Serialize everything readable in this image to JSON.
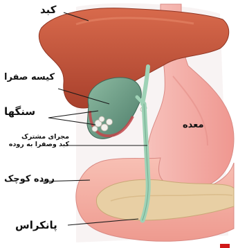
{
  "labels": {
    "liver": "کبد",
    "gallbladder": "کیسه صفرا",
    "stones": "سنگها",
    "common_duct_line1": "مجرای مشترک",
    "common_duct_line2": "کبد وصفرا به روده",
    "stomach": "معده",
    "small_intestine": "روده کوچک",
    "pancreas": "پانکراس"
  },
  "colors": {
    "liver": "#c8533a",
    "stomach": "#f4a9a3",
    "gallbladder": "#6f9b86",
    "duct": "#9fd2b6",
    "intestine": "#f6b2a6",
    "pancreas": "#e6c89a",
    "leader_line": "#1a1a1a"
  },
  "icons": {
    "badge": "red-corner-marker"
  }
}
